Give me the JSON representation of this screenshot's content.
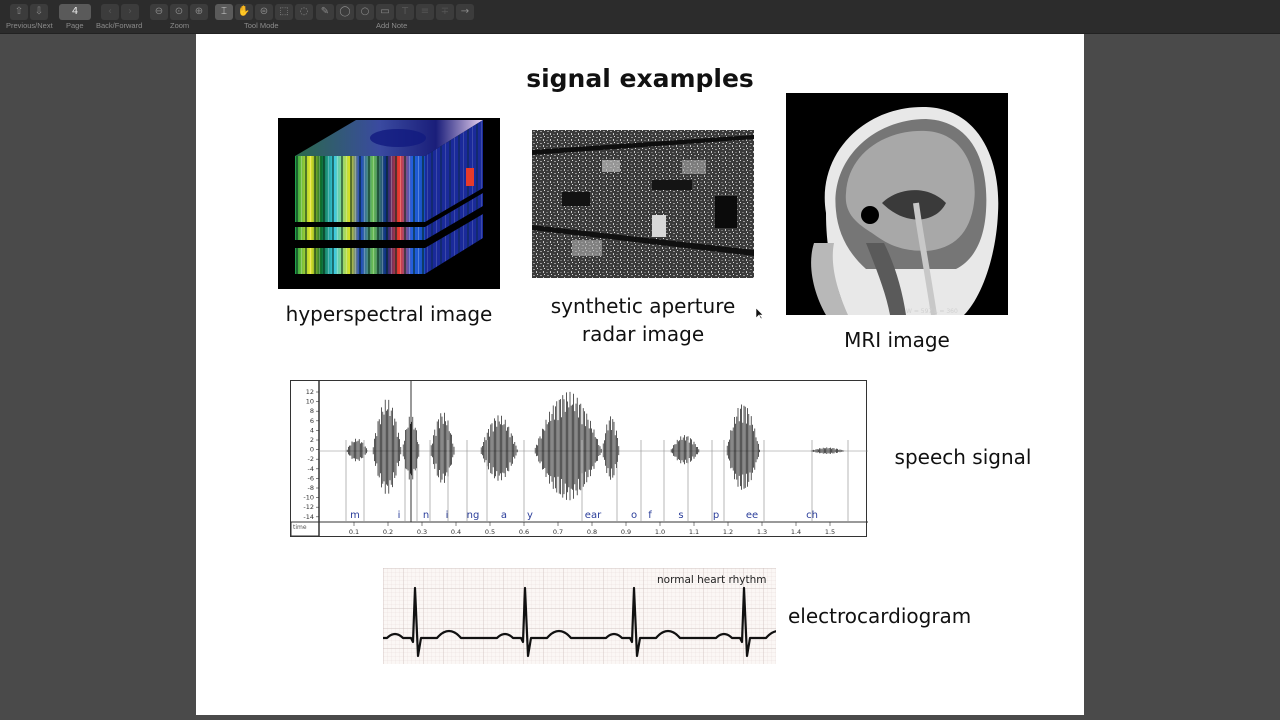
{
  "toolbar": {
    "page_number": "4",
    "labels": {
      "prev_next": "Previous/Next",
      "page": "Page",
      "back_forward": "Back/Forward",
      "zoom": "Zoom",
      "tool_mode": "Tool Mode",
      "add_note": "Add Note"
    },
    "icons": [
      "arrow-up-icon",
      "arrow-down-icon",
      "back-icon",
      "forward-icon",
      "zoom-out-icon",
      "zoom-reset-icon",
      "zoom-in-icon",
      "text-select-icon",
      "hand-icon",
      "magnify-icon",
      "rect-select-icon",
      "lasso-icon",
      "pen-icon",
      "speech-bubble-icon",
      "circle-icon",
      "rectangle-icon",
      "text-note-icon",
      "highlight-icon",
      "strike-icon",
      "arrow-icon"
    ]
  },
  "slide": {
    "title": "signal examples",
    "captions": {
      "hyperspectral": "hyperspectral image",
      "sar_line1": "synthetic aperture",
      "sar_line2": "radar image",
      "mri": "MRI image",
      "speech": "speech signal",
      "ecg": "electrocardiogram"
    },
    "mri_overlay": "W = 597 L = 360",
    "ecg_label": "normal heart rhythm",
    "speech_plot": {
      "time_label": "time",
      "y_ticks": [
        "12",
        "10",
        "8",
        "6",
        "4",
        "2",
        "0",
        "-2",
        "-4",
        "-6",
        "-8",
        "-10",
        "-12",
        "-14"
      ],
      "x_ticks": [
        "0.1",
        "0.2",
        "0.3",
        "0.4",
        "0.5",
        "0.6",
        "0.7",
        "0.8",
        "0.9",
        "1.0",
        "1.1",
        "1.2",
        "1.3",
        "1.4",
        "1.5"
      ],
      "phonemes": [
        "m",
        "i",
        "n",
        "i",
        "ng",
        "a",
        "y",
        "ear",
        "o",
        "f",
        "s",
        "p",
        "ee",
        "ch"
      ]
    }
  },
  "colors": {
    "toolbar_bg": "#2c2c2c",
    "viewer_bg": "#4a4a4a",
    "page_bg": "#ffffff",
    "phoneme_color": "#2a3d9a"
  }
}
